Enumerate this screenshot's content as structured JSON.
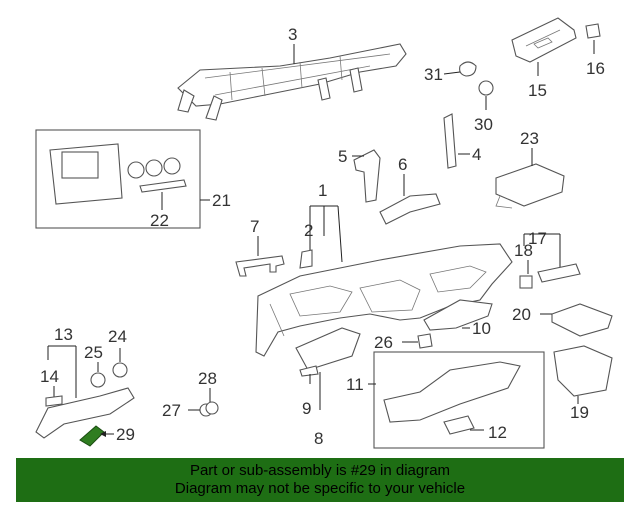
{
  "callouts": {
    "c1": "1",
    "c2": "2",
    "c3": "3",
    "c4": "4",
    "c5": "5",
    "c6": "6",
    "c7": "7",
    "c8": "8",
    "c9": "9",
    "c10": "10",
    "c11": "11",
    "c12": "12",
    "c13": "13",
    "c14": "14",
    "c15": "15",
    "c16": "16",
    "c17": "17",
    "c18": "18",
    "c19": "19",
    "c20": "20",
    "c21": "21",
    "c22": "22",
    "c23": "23",
    "c24": "24",
    "c25": "25",
    "c26": "26",
    "c27": "27",
    "c28": "28",
    "c29": "29",
    "c30": "30",
    "c31": "31"
  },
  "highlight": {
    "part_number": "29",
    "color": "#2f7d20"
  },
  "banner": {
    "line1": "Part or sub-assembly is #29 in diagram",
    "line2": "Diagram may not be specific to your vehicle",
    "background": "#1e6e14"
  }
}
